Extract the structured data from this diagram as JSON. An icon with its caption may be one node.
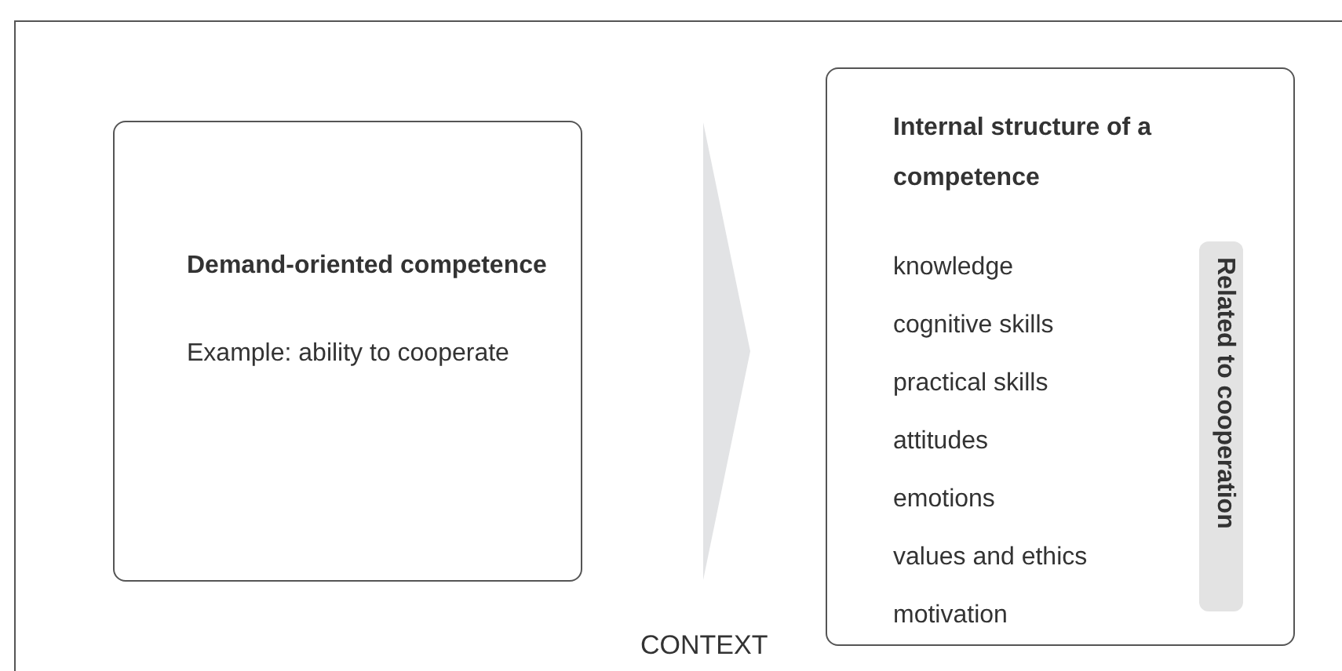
{
  "diagram": {
    "nodes": [
      {
        "text": [
          "CONTEXT"
        ]
      },
      {
        "text": [
          "Demand-oriented competence",
          "Example: ability to cooperate"
        ],
        "in": 0
      },
      {
        "text": [
          "Internal structure of a competence",
          "knowledge",
          "cognitive skills",
          "practical skills",
          "attitudes",
          "emotions",
          "values and ethics",
          "motivation"
        ],
        "in": 0
      },
      {
        "text": [
          "Related to cooperation"
        ],
        "in": 2
      }
    ],
    "edges": [
      {
        "from": 1,
        "to": 2,
        "arrow": "to"
      }
    ]
  }
}
